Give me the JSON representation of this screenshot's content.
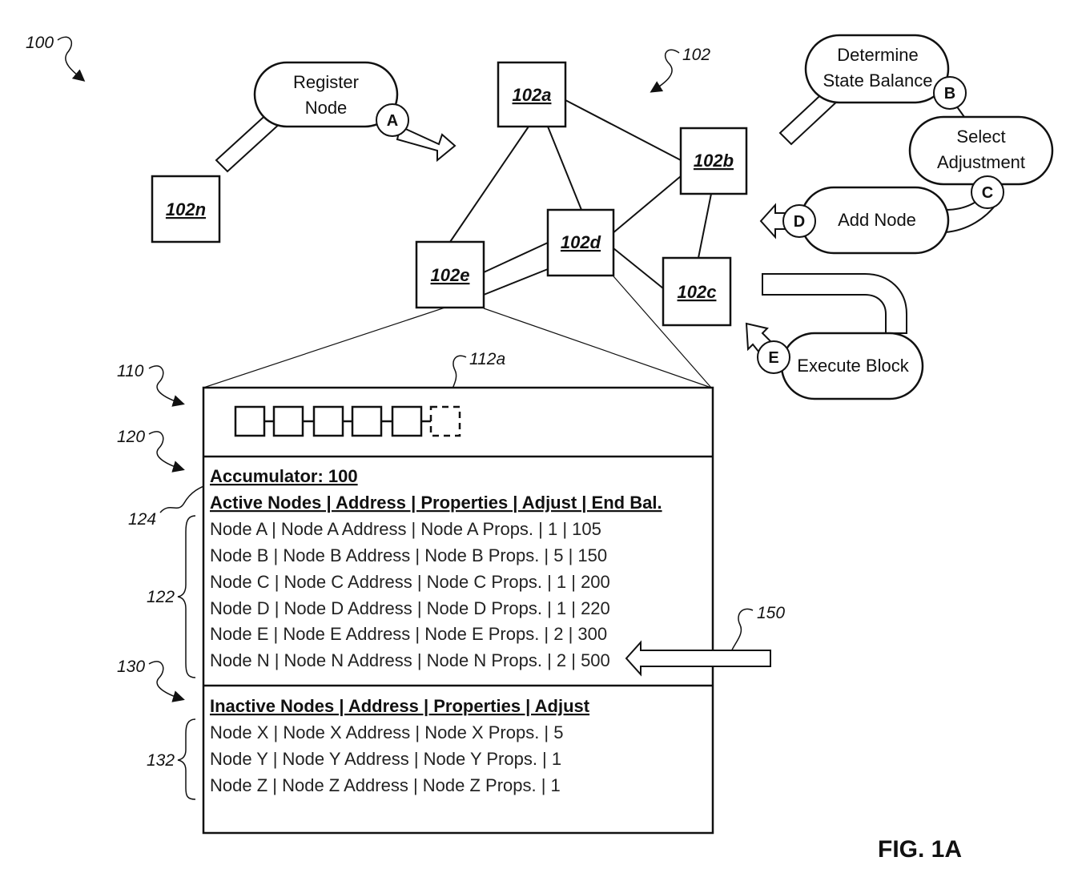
{
  "refs": {
    "r100": "100",
    "r102": "102",
    "r110": "110",
    "r112a": "112a",
    "r120": "120",
    "r122": "122",
    "r124": "124",
    "r130": "130",
    "r132": "132",
    "r150": "150"
  },
  "nodes": {
    "n102a": "102a",
    "n102b": "102b",
    "n102c": "102c",
    "n102d": "102d",
    "n102e": "102e",
    "n102n": "102n"
  },
  "steps": {
    "register_line1": "Register",
    "register_line2": "Node",
    "determine_line1": "Determine",
    "determine_line2": "State Balance",
    "select_line1": "Select",
    "select_line2": "Adjustment",
    "add_node": "Add Node",
    "execute_block": "Execute Block"
  },
  "markers": {
    "A": "A",
    "B": "B",
    "C": "C",
    "D": "D",
    "E": "E"
  },
  "accumulator": "Accumulator: 100",
  "active_header": "Active Nodes | Address | Properties | Adjust | End Bal.",
  "active_rows": [
    "Node A | Node A Address | Node A Props. | 1 | 105",
    "Node B | Node B Address | Node B Props. | 5 | 150",
    "Node C | Node C Address | Node C Props. | 1 | 200",
    "Node D | Node D Address | Node D Props. | 1 | 220",
    "Node E | Node E Address | Node E Props. | 2 | 300",
    "Node N | Node N Address | Node N Props. | 2 | 500"
  ],
  "inactive_header": "Inactive Nodes | Address | Properties | Adjust",
  "inactive_rows": [
    "Node X | Node X Address | Node X Props. | 5",
    "Node Y | Node Y Address | Node Y Props. | 1",
    "Node Z | Node Z Address | Node Z Props. | 1"
  ],
  "figure_label": "FIG. 1A"
}
